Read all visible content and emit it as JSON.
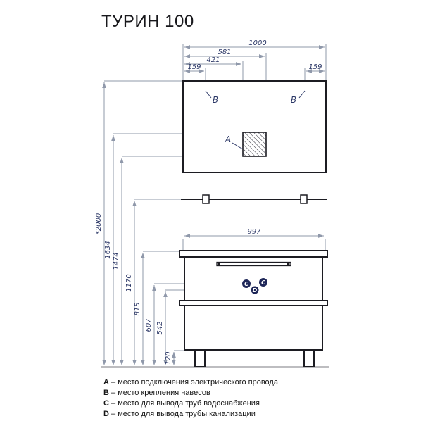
{
  "title": "ТУРИН 100",
  "dimensions": {
    "top": {
      "full_width": "1000",
      "socket_right": "581",
      "socket_left": "421",
      "hanger_left": "159",
      "hanger_right": "159"
    },
    "left": {
      "total_height": "*2000",
      "socket_top": "1634",
      "socket_bottom": "1474",
      "shelf_height": "1170",
      "cabinet_top": "815",
      "water_outlet": "607",
      "drain_outlet": "542",
      "plinth": "120"
    },
    "cabinet_width": "997"
  },
  "markers": {
    "a": "A",
    "b_left": "B",
    "b_right": "B",
    "c_left": "C",
    "c_right": "C",
    "d": "D"
  },
  "legend": [
    {
      "letter": "A",
      "text": "– место подключения электрического провода"
    },
    {
      "letter": "B",
      "text": "– место крепления навесов"
    },
    {
      "letter": "C",
      "text": "– место для вывода труб водоснабжения"
    },
    {
      "letter": "D",
      "text": "– место для вывода трубы канализации"
    }
  ],
  "colors": {
    "outline": "#1c1c22",
    "dimension_line": "#8f98aa",
    "dimension_text": "#2b3766",
    "marker_badge": "#1e2758",
    "floor": "#bdbdc0",
    "background": "#ffffff"
  }
}
